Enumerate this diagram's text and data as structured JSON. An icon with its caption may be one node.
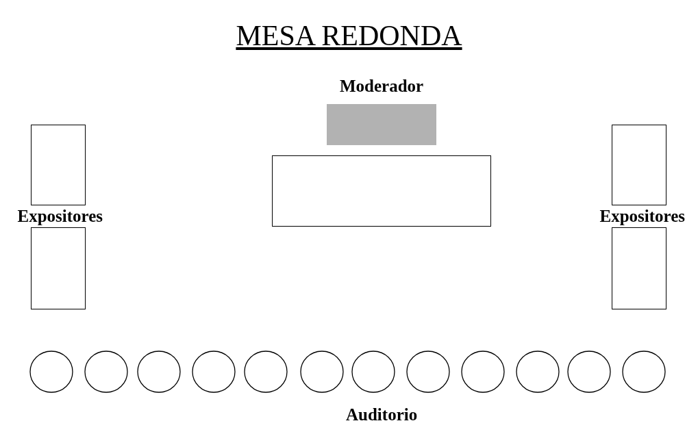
{
  "diagram": {
    "title": "MESA REDONDA",
    "nodes": [
      {
        "text": [],
        "shape": "box",
        "beside": [
          "Moderador"
        ]
      },
      {
        "text": [],
        "shape": "box"
      },
      {
        "text": [],
        "shape": "box"
      },
      {
        "text": [],
        "shape": "box"
      },
      {
        "text": [],
        "shape": "box"
      },
      {
        "text": [],
        "shape": "box"
      },
      {
        "text": [],
        "shape": "circle"
      },
      {
        "text": [],
        "shape": "circle"
      },
      {
        "text": [],
        "shape": "circle"
      },
      {
        "text": [],
        "shape": "circle"
      },
      {
        "text": [],
        "shape": "circle"
      },
      {
        "text": [],
        "shape": "circle"
      },
      {
        "text": [],
        "shape": "circle"
      },
      {
        "text": [],
        "shape": "circle"
      },
      {
        "text": [],
        "shape": "circle"
      },
      {
        "text": [],
        "shape": "circle"
      },
      {
        "text": [],
        "shape": "circle"
      },
      {
        "text": [],
        "shape": "circle"
      }
    ],
    "labels": [
      "Expositores",
      "Expositores",
      "Auditorio"
    ]
  }
}
